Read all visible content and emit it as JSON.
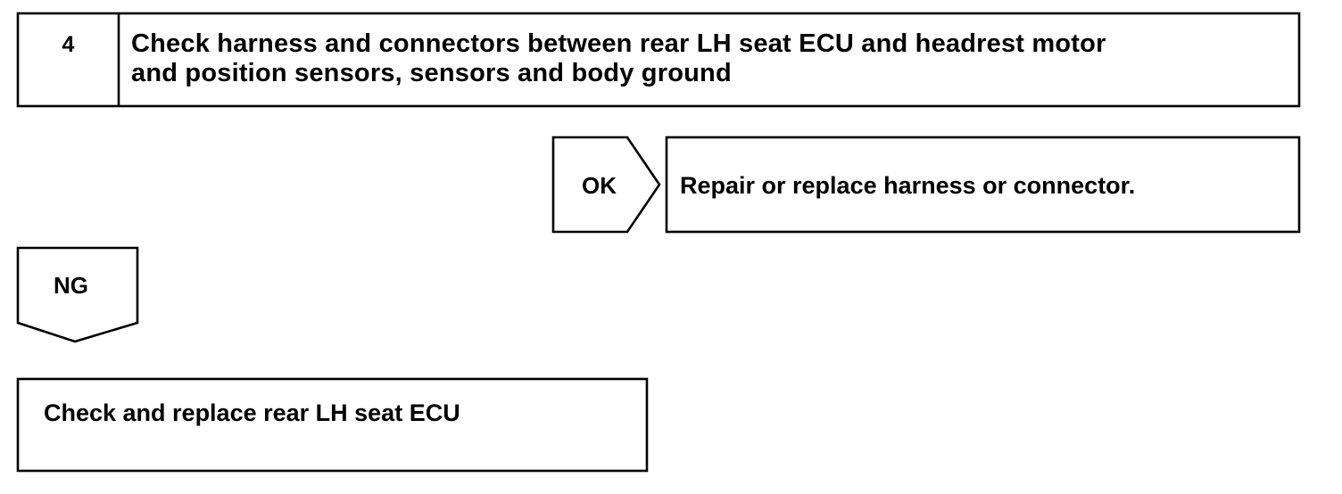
{
  "step": {
    "number": "4",
    "title_line1": "Check harness and connectors between rear LH seat ECU and headrest motor",
    "title_line2": "and position sensors, sensors and body ground"
  },
  "ok_branch": {
    "label": "OK",
    "action": "Repair or replace harness or connector."
  },
  "ng_branch": {
    "label": "NG",
    "action": "Check and replace rear LH seat ECU"
  }
}
